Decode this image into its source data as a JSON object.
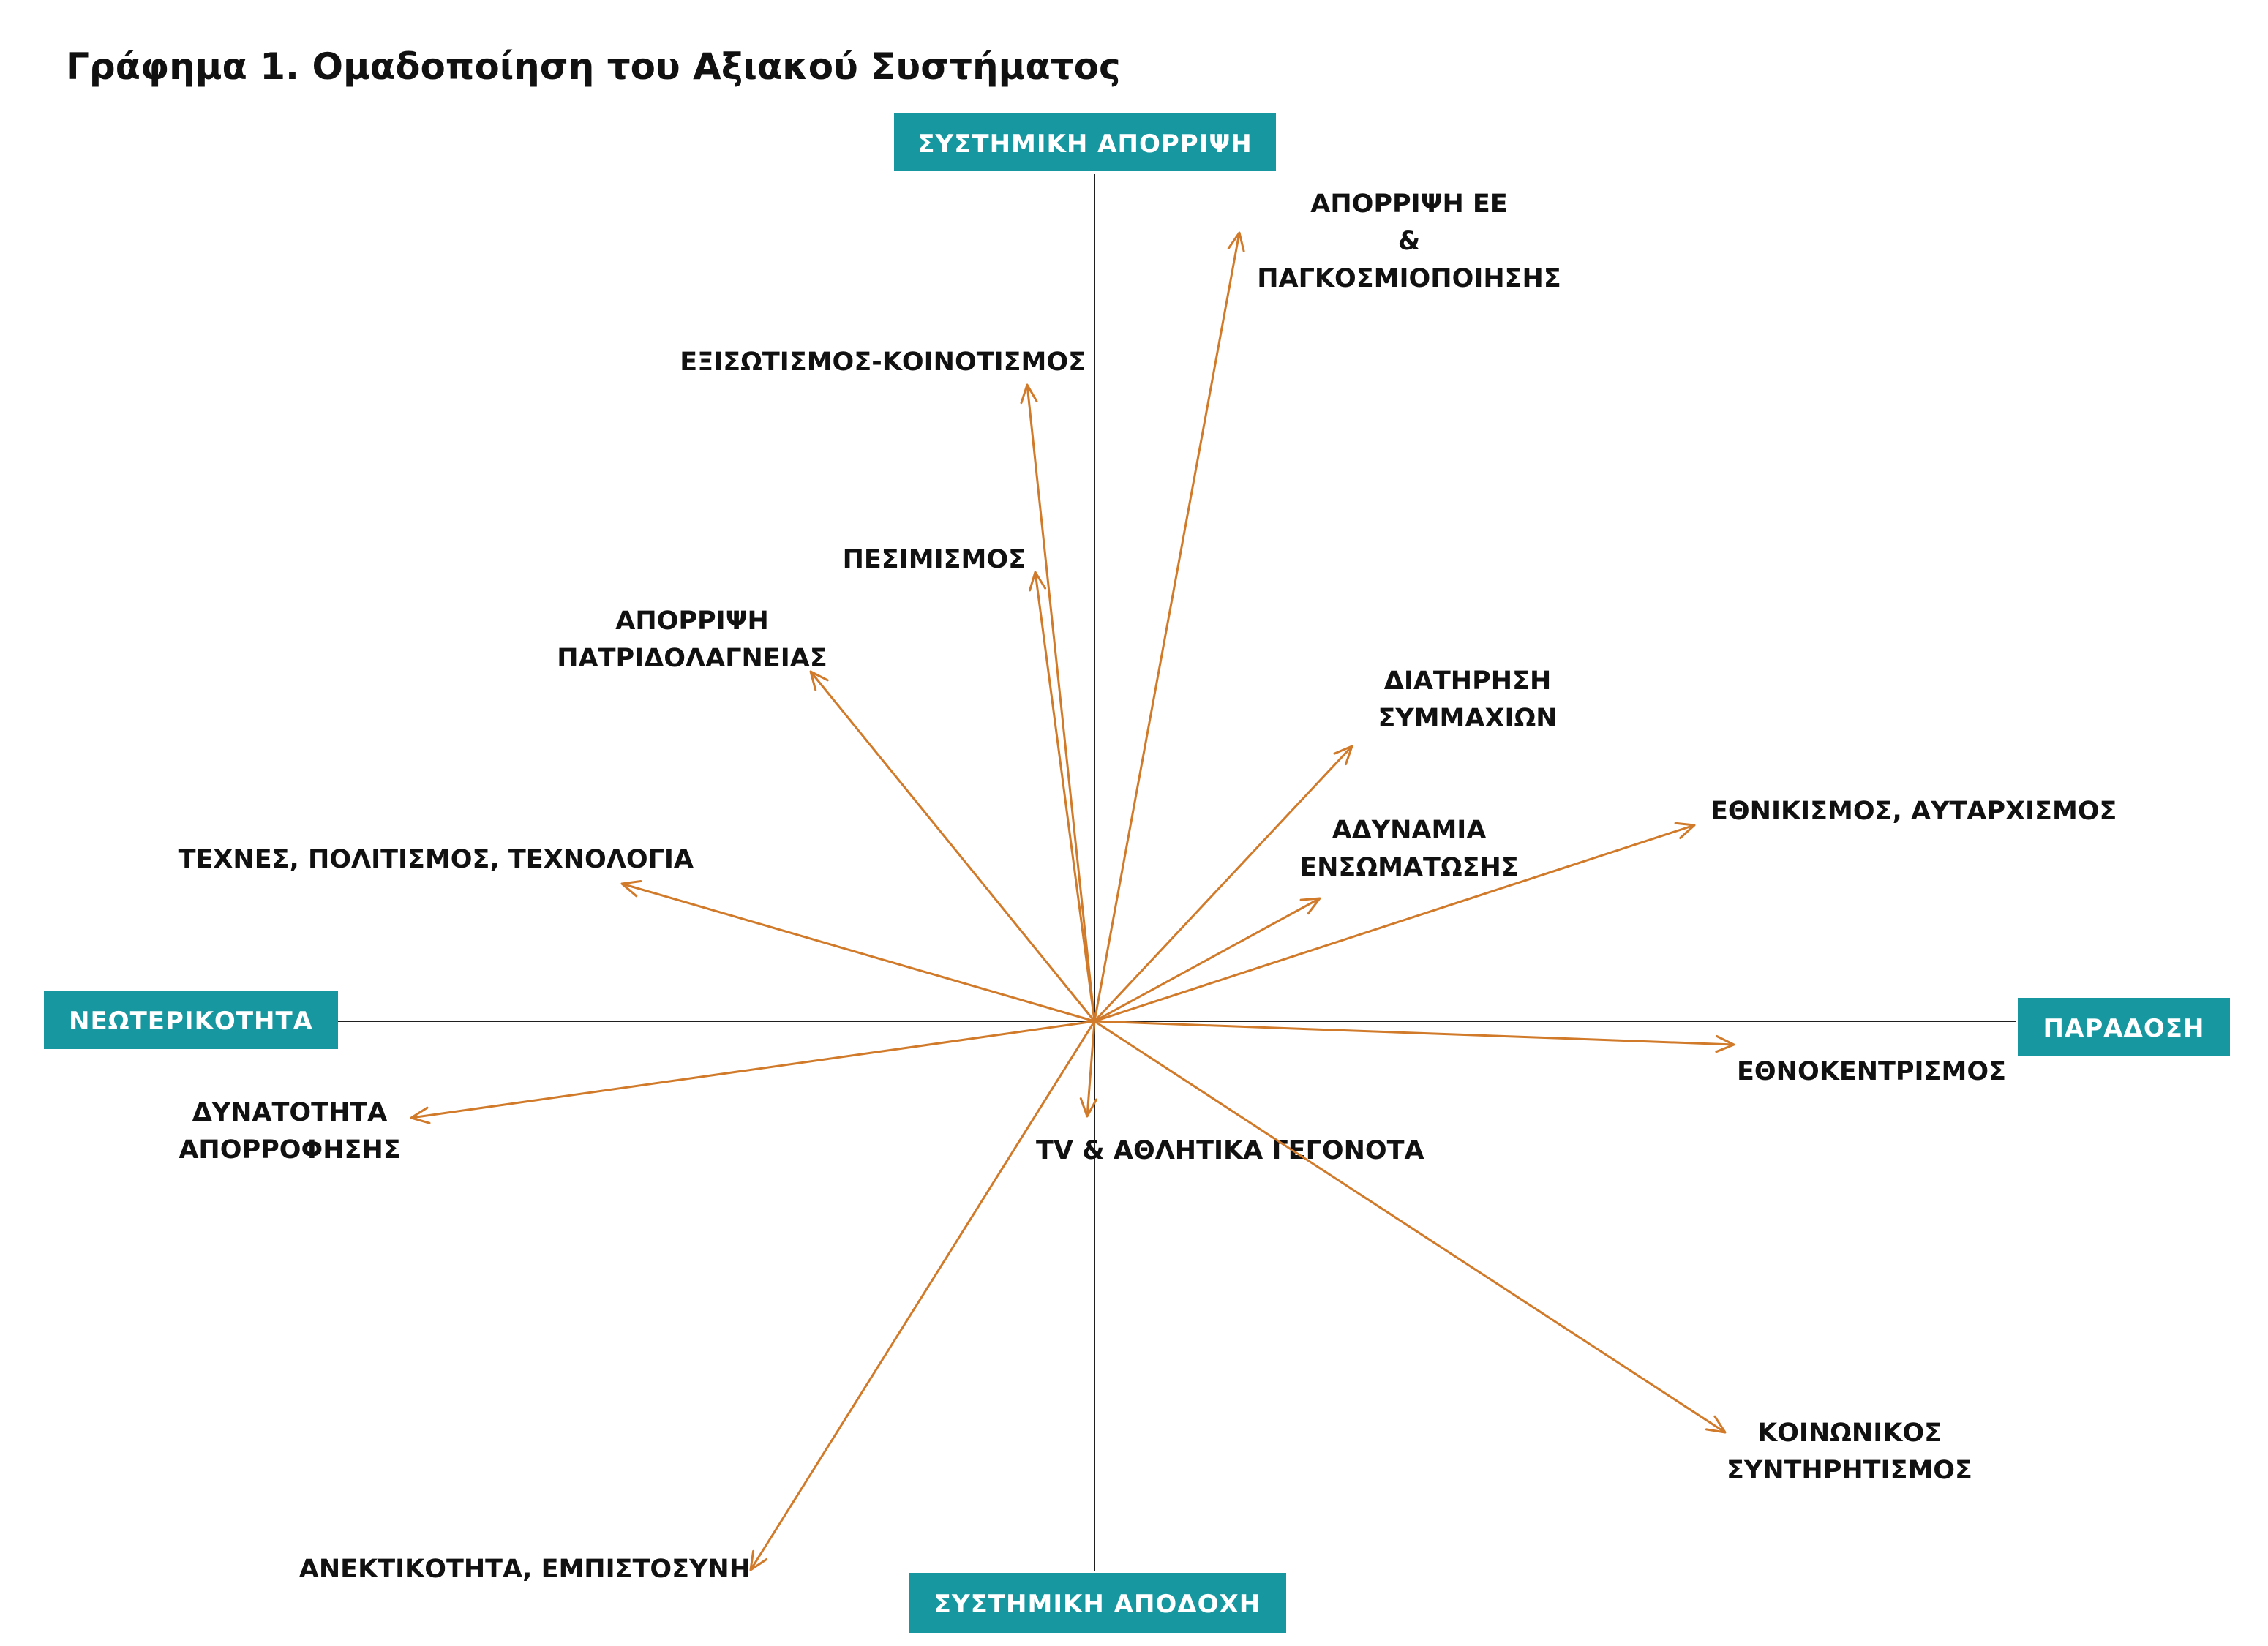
{
  "title": "Γράφημα 1. Ομαδοποίηση του Αξιακού Συστήματος",
  "colors": {
    "axis_box": "#1798a0",
    "axis_text": "#ffffff",
    "axis_line": "#1f1f1f",
    "vector": "#d07a2a",
    "label": "#111111"
  },
  "axes": {
    "top": "ΣΥΣΤΗΜΙΚΗ ΑΠΟΡΡΙΨΗ",
    "bottom": "ΣΥΣΤΗΜΙΚΗ ΑΠΟΔΟΧΗ",
    "left": "ΝΕΩΤΕΡΙΚΟΤΗΤΑ",
    "right": "ΠΑΡΑΔΟΣΗ"
  },
  "vectors": [
    {
      "label": [
        "ΑΠΟΡΡΙΨΗ ΕΕ",
        "&",
        "ΠΑΓΚΟΣΜΙΟΠΟΙΗΣΗΣ"
      ]
    },
    {
      "label": [
        "ΕΞΙΣΩΤΙΣΜΟΣ-ΚΟΙΝΟΤΙΣΜΟΣ"
      ]
    },
    {
      "label": [
        "ΠΕΣΙΜΙΣΜΟΣ"
      ]
    },
    {
      "label": [
        "ΑΠΟΡΡΙΨΗ",
        "ΠΑΤΡΙΔΟΛΑΓΝΕΙΑΣ"
      ]
    },
    {
      "label": [
        "ΔΙΑΤΗΡΗΣΗ",
        "ΣΥΜΜΑΧΙΩΝ"
      ]
    },
    {
      "label": [
        "ΑΔΥΝΑΜΙΑ",
        "ΕΝΣΩΜΑΤΩΣΗΣ"
      ]
    },
    {
      "label": [
        "ΕΘΝΙΚΙΣΜΟΣ, ΑΥΤΑΡΧΙΣΜΟΣ"
      ]
    },
    {
      "label": [
        "ΤΕΧΝΕΣ, ΠΟΛΙΤΙΣΜΟΣ, ΤΕΧΝΟΛΟΓΙΑ"
      ]
    },
    {
      "label": [
        "ΕΘΝΟΚΕΝΤΡΙΣΜΟΣ"
      ]
    },
    {
      "label": [
        "ΔΥΝΑΤΟΤΗΤΑ",
        "ΑΠΟΡΡΟΦΗΣΗΣ"
      ]
    },
    {
      "label": [
        "TV & ΑΘΛΗΤΙΚΑ ΓΕΓΟΝΟΤΑ"
      ]
    },
    {
      "label": [
        "ΚΟΙΝΩΝΙΚΟΣ",
        "ΣΥΝΤΗΡΗΤΙΣΜΟΣ"
      ]
    },
    {
      "label": [
        "ΑΝΕΚΤΙΚΟΤΗΤΑ, ΕΜΠΙΣΤΟΣΥΝΗ"
      ]
    }
  ]
}
